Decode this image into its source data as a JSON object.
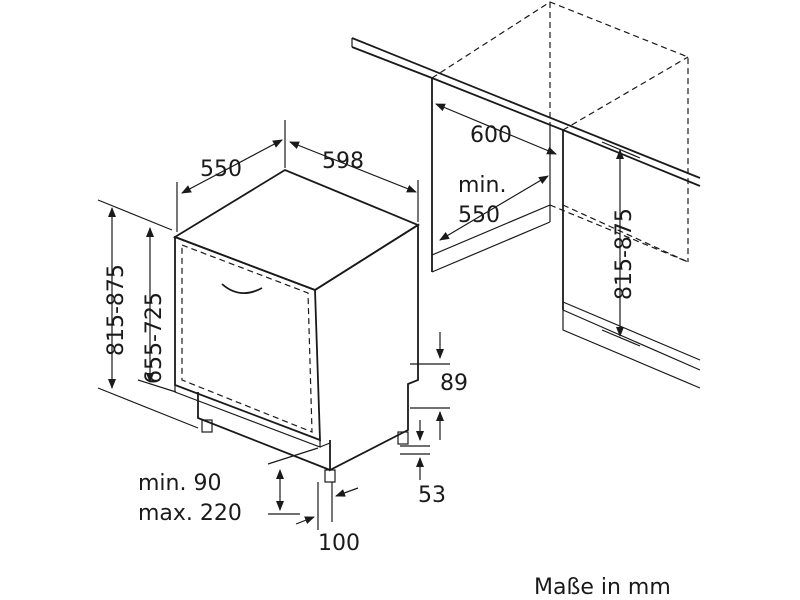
{
  "labels": {
    "width_550": "550",
    "width_598": "598",
    "height_815_875_left": "815-875",
    "height_655_725": "655-725",
    "niche_600": "600",
    "niche_min": "min.",
    "niche_550": "550",
    "niche_height_815_875": "815-875",
    "dim_89": "89",
    "dim_53": "53",
    "min_90": "min. 90",
    "max_220": "max. 220",
    "dim_100": "100",
    "units_note": "Maße in mm"
  }
}
